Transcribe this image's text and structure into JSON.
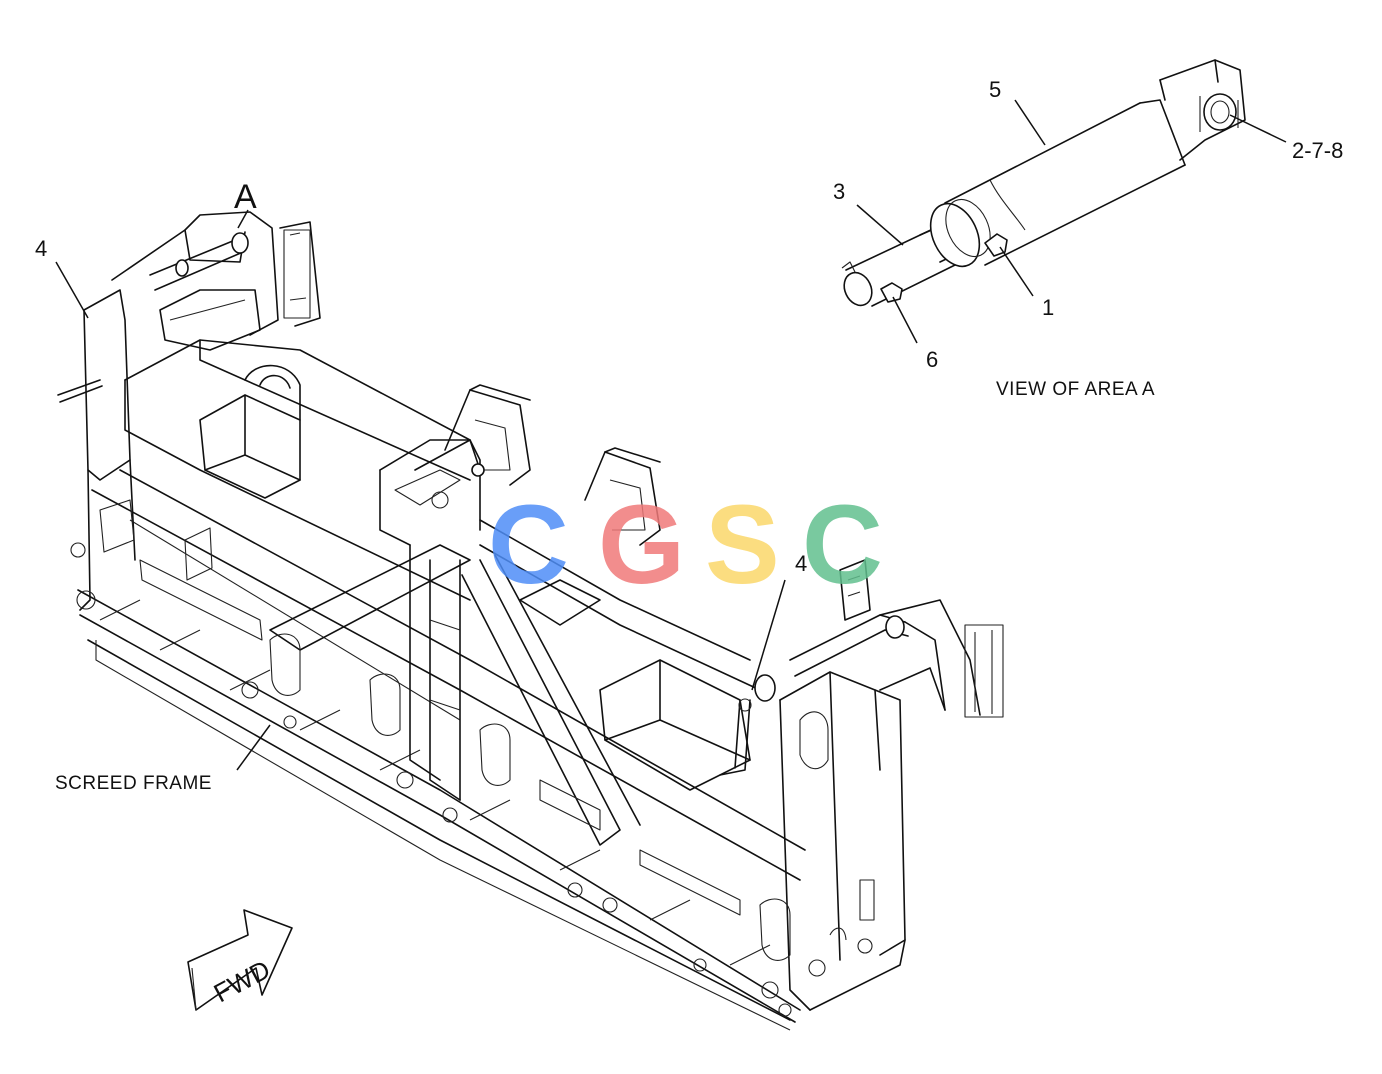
{
  "callouts": {
    "area_marker": "A",
    "part_1": "1",
    "part_2_7_8": "2-7-8",
    "part_3": "3",
    "part_4_left": "4",
    "part_4_right": "4",
    "part_5": "5",
    "part_6": "6"
  },
  "captions": {
    "view_of_area": "VIEW OF AREA A",
    "screed_frame": "SCREED FRAME"
  },
  "direction_arrow": {
    "label": "FWD"
  },
  "watermark": {
    "letters": [
      "C",
      "G",
      "S",
      "C"
    ],
    "colors": [
      "#4f8ef7",
      "#f07a7a",
      "#fbd86b",
      "#62c08f"
    ]
  },
  "colors": {
    "line": "#111111",
    "background": "#ffffff"
  }
}
